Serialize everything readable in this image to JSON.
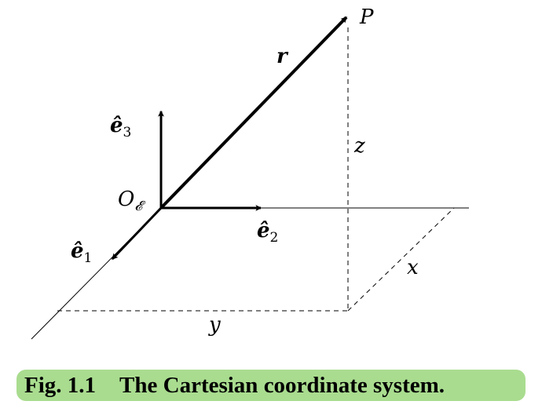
{
  "figure": {
    "label": "Fig. 1.1",
    "title": "The Cartesian coordinate system."
  },
  "labels": {
    "point": "P",
    "position_vector": "r",
    "origin_main": "O",
    "origin_sub": "𝓔",
    "e3_main": "ê",
    "e3_sub": "3",
    "e2_main": "ê",
    "e2_sub": "2",
    "e1_main": "ê",
    "e1_sub": "1",
    "x": "x",
    "y": "y",
    "z": "z"
  },
  "colors": {
    "caption_background": "#a9dc8f",
    "ink": "#000000"
  }
}
